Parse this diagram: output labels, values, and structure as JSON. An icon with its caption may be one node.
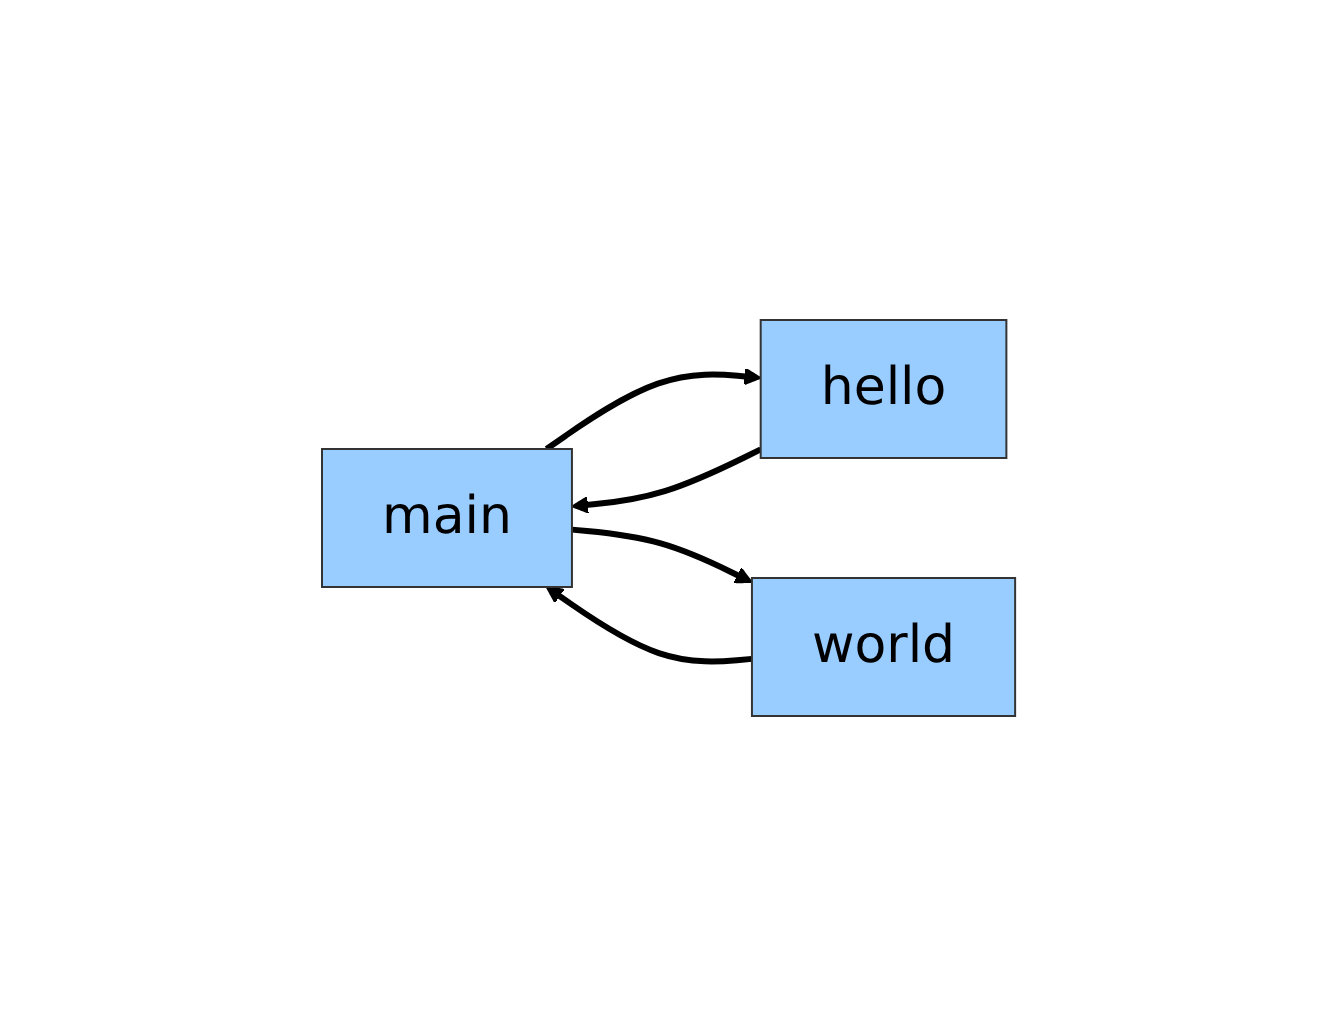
{
  "diagram": {
    "nodes": [
      {
        "text": [
          "main"
        ]
      },
      {
        "text": [
          "hello"
        ]
      },
      {
        "text": [
          "world"
        ]
      }
    ],
    "edges": [
      {
        "from": 0,
        "to": 1,
        "arrow": "to"
      },
      {
        "from": 0,
        "to": 2,
        "arrow": "to"
      },
      {
        "from": 1,
        "to": 0,
        "arrow": "to"
      },
      {
        "from": 2,
        "to": 0,
        "arrow": "to"
      }
    ]
  }
}
